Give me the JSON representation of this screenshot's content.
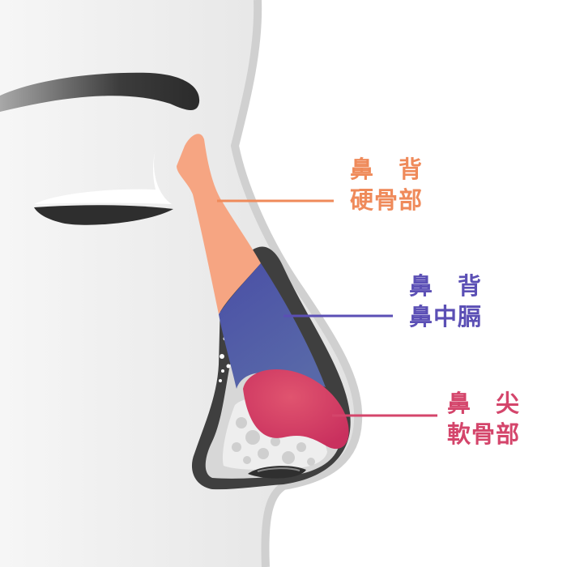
{
  "labels": {
    "bone": {
      "line1": "鼻　背",
      "line2": "硬骨部"
    },
    "middle": {
      "line1": "鼻　背",
      "line2": "鼻中膈"
    },
    "tip": {
      "line1": "鼻　尖",
      "line2": "軟骨部"
    }
  },
  "colors": {
    "bone": "#f6a582",
    "bone_text": "#ef8a5a",
    "middle": "#4f56a8",
    "middle_text": "#5b4fb5",
    "tip": "#d8406a",
    "tip_text": "#d4456b",
    "skin": "#e9e9e9",
    "outline": "#3a3a3a"
  }
}
